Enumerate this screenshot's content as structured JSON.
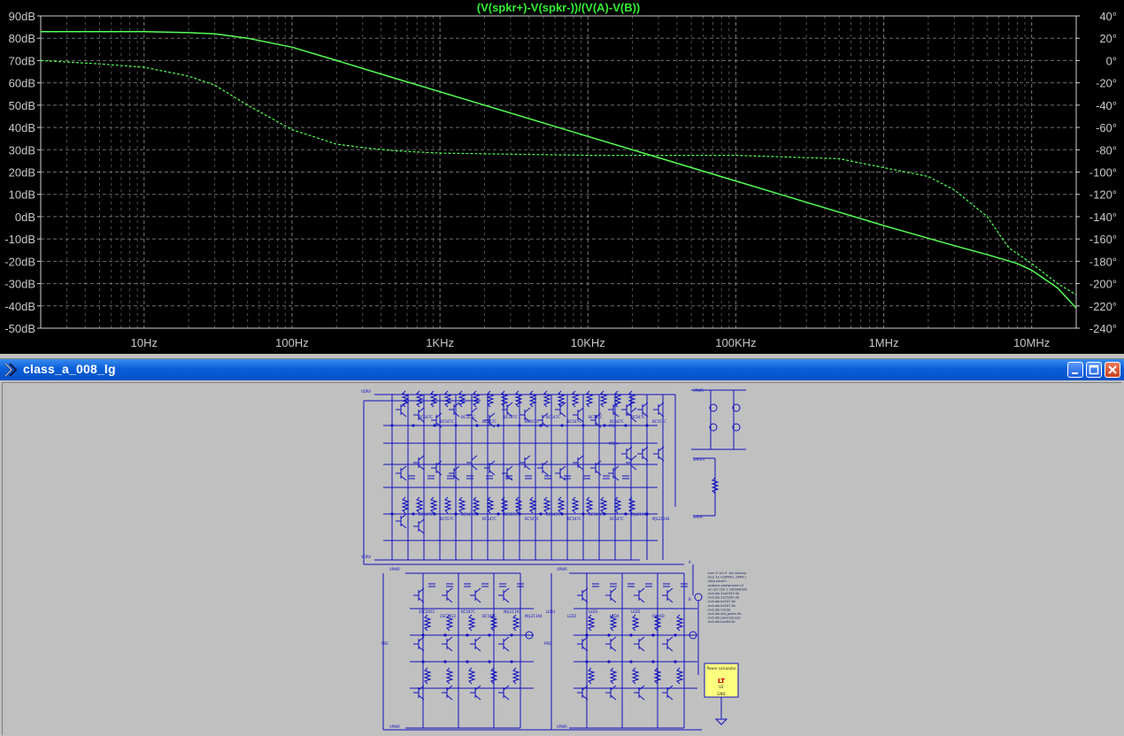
{
  "plot": {
    "trace_label": "(V(spkr+)-V(spkr-))/(V(A)-V(B))",
    "y_left_ticks": [
      "90dB",
      "80dB",
      "70dB",
      "60dB",
      "50dB",
      "40dB",
      "30dB",
      "20dB",
      "10dB",
      "0dB",
      "-10dB",
      "-20dB",
      "-30dB",
      "-40dB",
      "-50dB"
    ],
    "y_right_ticks": [
      "40°",
      "20°",
      "0°",
      "-20°",
      "-40°",
      "-60°",
      "-80°",
      "-100°",
      "-120°",
      "-140°",
      "-160°",
      "-180°",
      "-200°",
      "-220°",
      "-240°"
    ],
    "x_ticks": [
      "10Hz",
      "100Hz",
      "1KHz",
      "10KHz",
      "100KHz",
      "1MHz",
      "10MHz"
    ],
    "colors": {
      "background": "#000000",
      "trace": "#55ff55",
      "grid": "#8a8a8a",
      "axis_text": "#c8c8c8",
      "title": "#33ee33"
    }
  },
  "chart_data": {
    "type": "line",
    "title": "(V(spkr+)-V(spkr-))/(V(A)-V(B))",
    "xscale": "log",
    "xlim": [
      2,
      20000000
    ],
    "ylim": [
      -50,
      90
    ],
    "y2lim": [
      -240,
      40
    ],
    "grid": true,
    "series": [
      {
        "axis": "left",
        "x": [
          2,
          10,
          20,
          30,
          50,
          100,
          200,
          500,
          1000,
          10000,
          100000,
          1000000,
          3000000,
          5000000,
          8000000,
          10000000,
          15000000,
          20000000
        ],
        "values": [
          83,
          83,
          82.5,
          82,
          80,
          76,
          70,
          62,
          56,
          36,
          16,
          -4,
          -13,
          -17,
          -21,
          -24,
          -32,
          -41
        ]
      },
      {
        "axis": "right",
        "x": [
          2,
          5,
          10,
          20,
          30,
          50,
          100,
          200,
          300,
          500,
          1000,
          10000,
          100000,
          500000,
          1000000,
          2000000,
          3000000,
          5000000,
          7000000,
          10000000,
          15000000,
          20000000
        ],
        "values": [
          0,
          -3,
          -6,
          -14,
          -22,
          -40,
          -62,
          -75,
          -78,
          -81,
          -83,
          -85,
          -85,
          -88,
          -96,
          -104,
          -116,
          -140,
          -168,
          -182,
          -200,
          -210
        ]
      }
    ]
  },
  "window": {
    "title": "class_a_008_lg",
    "minimize_glyph": "minimize",
    "maximize_glyph": "maximize",
    "close_glyph": "close"
  },
  "schematic": {
    "supply_labels": [
      "VDRV",
      "VDRV",
      "VPWR",
      "VPWR",
      "VPWR",
      "VPWR",
      "VPWR"
    ],
    "node_labels": [
      "SPKR+",
      "SPKR-",
      "PRE",
      "PRE",
      "PRE-",
      "PRE+",
      "A",
      "B"
    ],
    "part_labels": [
      "BC547C",
      "BC547C",
      "BC557C",
      "BC557C",
      "BC547C",
      "BC557C",
      "BC547C",
      "BC547C",
      "BC557C",
      "BC547C",
      "BC547C",
      "BC557C",
      "BC547C",
      "BC557C",
      "BC547C",
      "BC547C",
      "BC557C",
      "BC547C",
      "BC547C",
      "BC547C",
      "BC547C",
      "BC547C",
      "MJL21193",
      "MJL21194",
      "2SC2922",
      "2SC2922",
      "BC547C",
      "BC547C",
      "MJL21193",
      "MJL21194",
      "LED1",
      "LED2",
      "LED3",
      "LED4",
      "LED5",
      "RLOAD"
    ],
    "directives": [
      ".tran 0 1m 0 .5m startup",
      ".four 1k V(SPKR+,SPKR-)",
      ".step param",
      ".options plotwinsize=0",
      ".ac oct 100 1 200000000",
      ".include 2sa1943.lib",
      ".include 2sc5200.lib",
      ".include bc547.lib",
      ".include bc557.lib",
      ".include mjl.lib",
      ".include led_green.lib",
      ".include pwrmod.sub",
      ".include bzx84.lib"
    ],
    "calc_box": {
      "title": "Power calculator",
      "part": "U2",
      "pin": "GND"
    },
    "colors": {
      "wire": "#1010c0",
      "background": "#c0c0c0",
      "calc_box": "#ffff80"
    }
  }
}
